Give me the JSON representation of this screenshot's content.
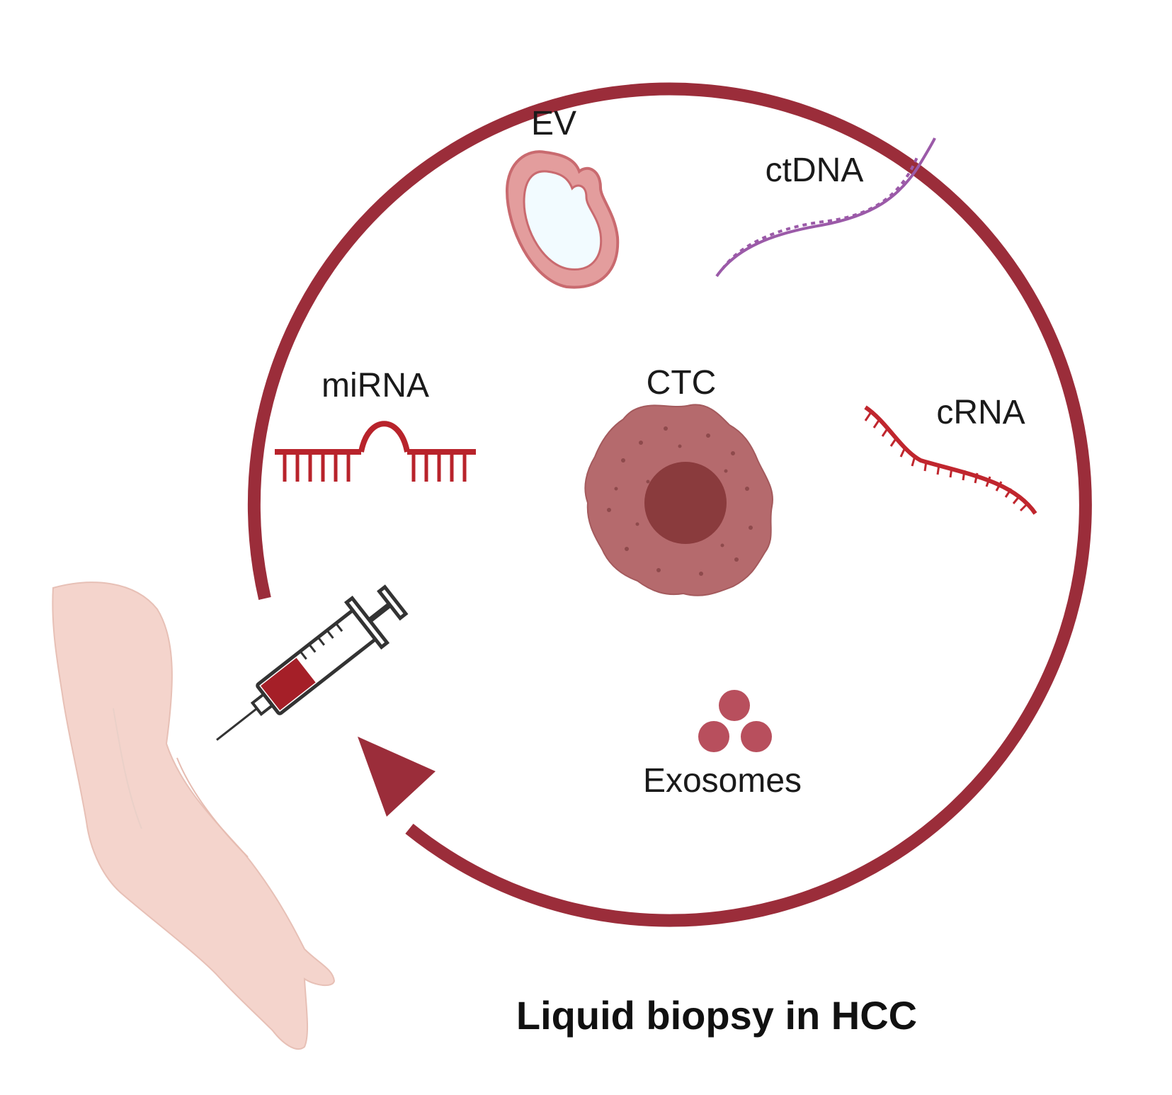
{
  "title": "Liquid biopsy in HCC",
  "labels": {
    "ev": "EV",
    "ctdna": "ctDNA",
    "mirna": "miRNA",
    "ctc": "CTC",
    "crna": "cRNA",
    "exosomes": "Exosomes"
  },
  "colors": {
    "circulation": "#9b2d3a",
    "ev_outer": "#e8a1a1",
    "ev_inner": "#f2fbff",
    "ctdna": "#9b5aa8",
    "mirna": "#b8232b",
    "crna": "#c0262e",
    "ctc_body": "#b56a6d",
    "ctc_nucleus": "#8a3b3d",
    "exosome": "#b84f5d",
    "arm": "#f4d4cc",
    "syringe_blood": "#a51f28"
  },
  "icons": {
    "ev": "extracellular-vesicle-icon",
    "ctdna": "dna-helix-icon",
    "mirna": "mirna-hairpin-icon",
    "ctc": "tumor-cell-icon",
    "crna": "rna-strand-icon",
    "exosomes": "exosome-cluster-icon",
    "syringe": "syringe-icon",
    "arm": "arm-icon"
  }
}
